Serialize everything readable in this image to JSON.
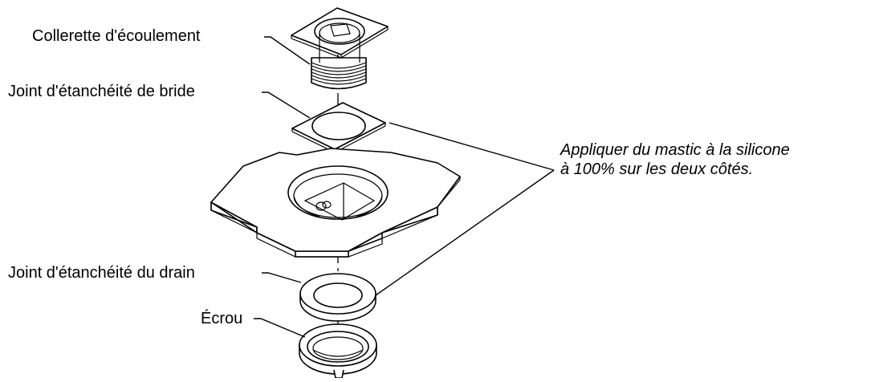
{
  "diagram": {
    "labels": {
      "flange": "Collerette d'écoulement",
      "flange_gasket": "Joint d'étanchéité de bride",
      "drain_gasket": "Joint d'étanchéité du drain",
      "nut": "Écrou"
    },
    "note": {
      "line1": "Appliquer du mastic à la silicone",
      "line2": "à 100% sur les deux côtés."
    }
  }
}
